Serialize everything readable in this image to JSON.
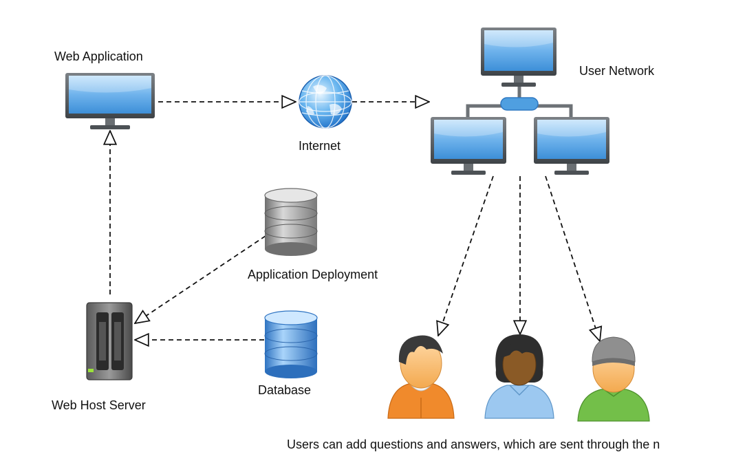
{
  "labels": {
    "web_application": "Web Application",
    "internet": "Internet",
    "user_network": "User Network",
    "application_deployment": "Application Deployment",
    "database": "Database",
    "web_host_server": "Web Host Server"
  },
  "caption": "Users can add questions and answers, which are sent through the n",
  "icons": {
    "web_application": "monitor-icon",
    "internet": "globe-icon",
    "user_network": "network-icon",
    "application_deployment": "database-stack-icon",
    "database": "database-icon",
    "web_host_server": "server-icon",
    "users": [
      "user-orange-icon",
      "user-dark-icon",
      "user-beanie-icon"
    ]
  },
  "colors": {
    "screen": "#4f9fe0",
    "frame": "#555a5e",
    "db_gray": "#9a9a9a",
    "db_blue": "#3f86d6",
    "arrow": "#111111"
  }
}
